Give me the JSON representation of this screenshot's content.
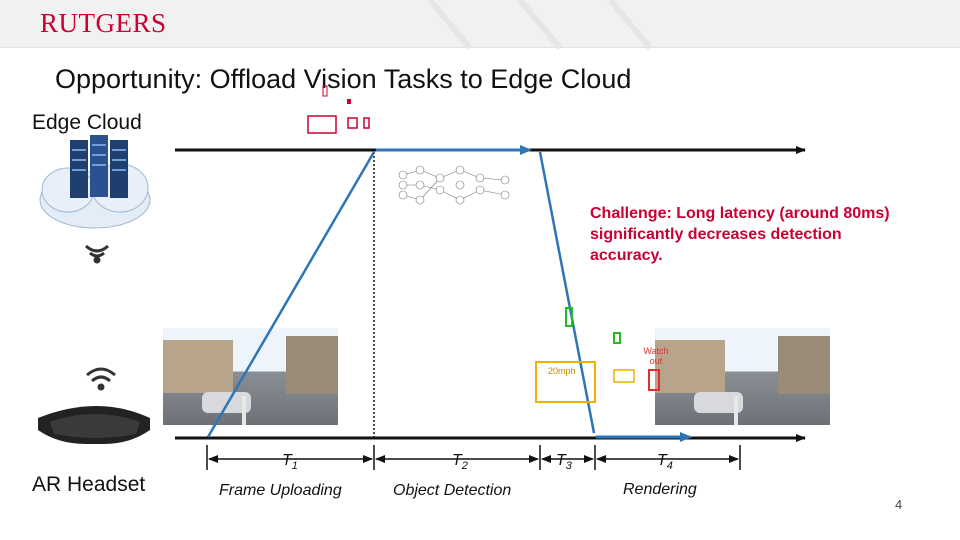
{
  "header": {
    "logo_text": "RUTGERS"
  },
  "title": "Opportunity: Offload Vision Tasks to Edge Cloud",
  "edge_cloud_label": "Edge Cloud",
  "ar_headset_label": "AR Headset",
  "challenge_text": "Challenge: Long latency (around 80ms)\n significantly decreases detection\naccuracy.",
  "timeline": [
    {
      "symbol": "T",
      "subscript": "1",
      "caption": "Frame Uploading"
    },
    {
      "symbol": "T",
      "subscript": "2",
      "caption": "Object Detection"
    },
    {
      "symbol": "T",
      "subscript": "3",
      "caption": ""
    },
    {
      "symbol": "T",
      "subscript": "4",
      "caption": "Rendering"
    }
  ],
  "annotations": {
    "speed_sign": "20mph",
    "warning": "Watch out"
  },
  "page_number": "4",
  "colors": {
    "brand": "#cc0033",
    "arrow": "#2e75b6",
    "detect_box": "#f0b000",
    "green_box": "#22bb22",
    "red_box": "#e03030"
  }
}
